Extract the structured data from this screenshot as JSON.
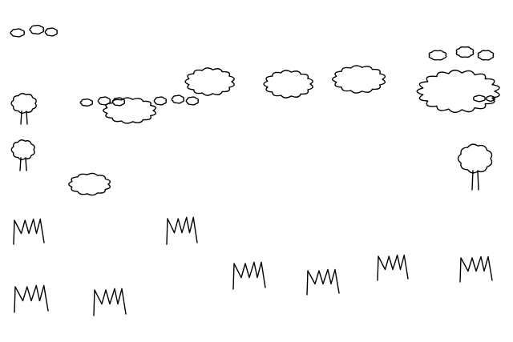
{
  "scene": {
    "background_color": "#ffffff",
    "stroke_color": "#000000",
    "elements": [
      "cloud",
      "tree",
      "grass-tuft"
    ]
  }
}
